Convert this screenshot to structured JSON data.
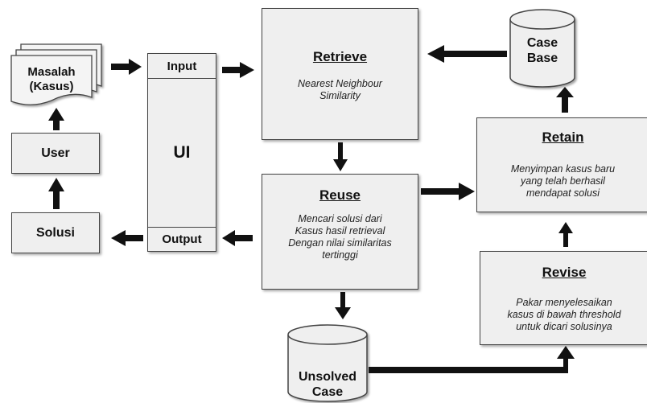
{
  "nodes": {
    "masalah": "Masalah\n(Kasus)",
    "user": "User",
    "solusi": "Solusi",
    "input": "Input",
    "ui": "UI",
    "output": "Output",
    "case_base": "Case\nBase",
    "unsolved_case": "Unsolved\nCase"
  },
  "steps": {
    "retrieve": {
      "title": "Retrieve",
      "desc": "Nearest Neighbour\nSimilarity"
    },
    "reuse": {
      "title": "Reuse",
      "desc": "Mencari solusi dari\nKasus hasil retrieval\nDengan nilai similaritas\ntertinggi"
    },
    "retain": {
      "title": "Retain",
      "desc": "Menyimpan kasus baru\nyang telah berhasil\nmendapat solusi"
    },
    "revise": {
      "title": "Revise",
      "desc": "Pakar menyelesaikan\nkasus di bawah threshold\nuntuk dicari solusinya"
    }
  }
}
